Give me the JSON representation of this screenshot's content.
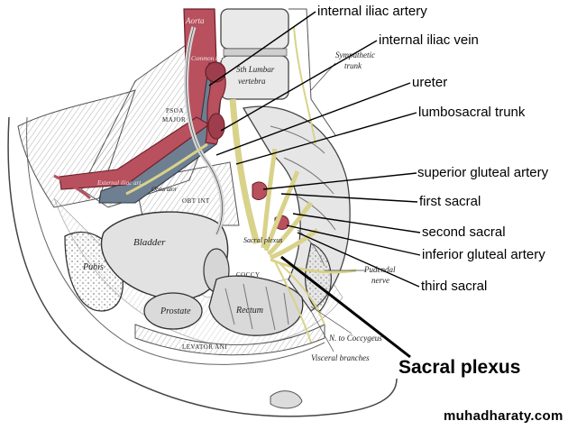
{
  "labels": {
    "internal_iliac_artery": "internal iliac artery",
    "internal_iliac_vein": "internal iliac vein",
    "ureter": "ureter",
    "lumbosacral_trunk": "lumbosacral trunk",
    "superior_gluteal_artery": "superior gluteal artery",
    "first_sacral": "first sacral",
    "second_sacral": "second sacral",
    "inferior_gluteal_artery": "inferior gluteal artery",
    "third_sacral": "third sacral",
    "sacral_plexus": "Sacral plexus"
  },
  "illustration_text": {
    "aorta": "Aorta",
    "common_iliac": "Common iliac",
    "fifth_lumbar": "5th Lumbar",
    "vertebra": "vertebra",
    "sympathetic": "Sympathetic",
    "trunk": "trunk",
    "psoas": "PSOA",
    "major": "MAJOR",
    "external_iliac": "External iliac art.",
    "obturator": "Obturator",
    "obt_int": "OBT INT",
    "bladder": "Bladder",
    "pubis": "Pubis",
    "prostate": "Prostate",
    "rectum": "Rectum",
    "coccyx": "COCCY",
    "sacral_plexus_small": "Sacral plexus",
    "levator_ani": "LEVATOR ANI",
    "pudendal": "Pudendal",
    "nerve": "nerve",
    "n_to_coccygeus": "N. to Coccygeus",
    "visceral_branches": "Visceral branches"
  },
  "watermark": "muhadharaty.com",
  "colors": {
    "artery": "#b8505e",
    "vein": "#6e7f91",
    "nerve": "#d9d28a",
    "bone": "#e6e6e6",
    "ink": "#000000"
  }
}
